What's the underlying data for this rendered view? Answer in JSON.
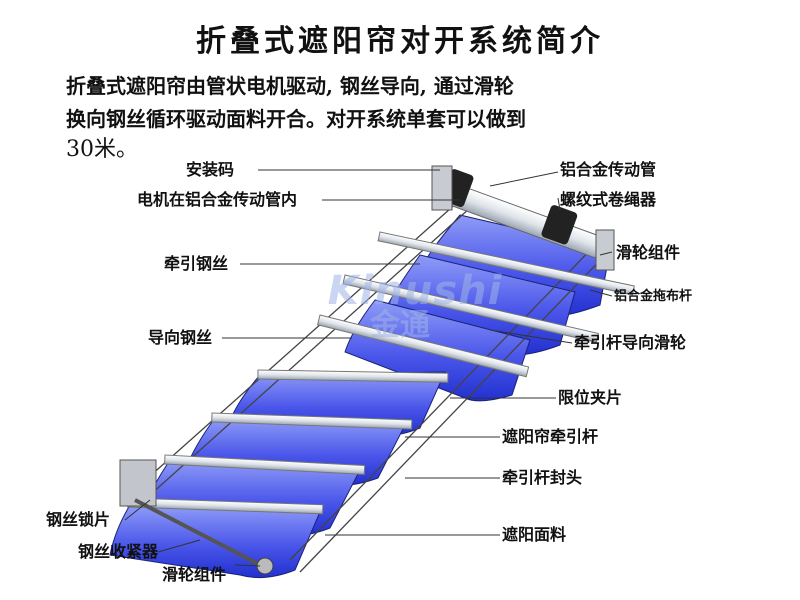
{
  "title": "折叠式遮阳帘对开系统简介",
  "intro": {
    "line1": "折叠式遮阳帘由管状电机驱动, 钢丝导向, 通过滑轮",
    "line2": "换向钢丝循环驱动面料开合。对开系统单套可以做到",
    "line3": "30米。"
  },
  "watermark": {
    "latin": "Kinushi",
    "cjk": "金通"
  },
  "labels": {
    "install_code": "安装码",
    "motor_in_tube": "电机在铝合金传动管内",
    "traction_wire": "牵引钢丝",
    "guide_wire": "导向钢丝",
    "wire_lock": "钢丝锁片",
    "wire_tensioner": "钢丝收紧器",
    "pulley_left": "滑轮组件",
    "alu_drive_tube": "铝合金传动管",
    "rope_reel": "螺纹式卷绳器",
    "pulley_right": "滑轮组件",
    "alu_drag_rod": "铝合金拖布杆",
    "rod_guide_pulley": "牵引杆导向滑轮",
    "limit_clip": "限位夹片",
    "shade_rod": "遮阳帘牵引杆",
    "rod_end_cap": "牵引杆封头",
    "shade_fabric": "遮阳面料"
  },
  "colors": {
    "fabric_light": "#7f8ff5",
    "fabric_dark": "#2a35d8",
    "rod": "#cfd6dc",
    "leader": "#333333",
    "text": "#111111"
  }
}
